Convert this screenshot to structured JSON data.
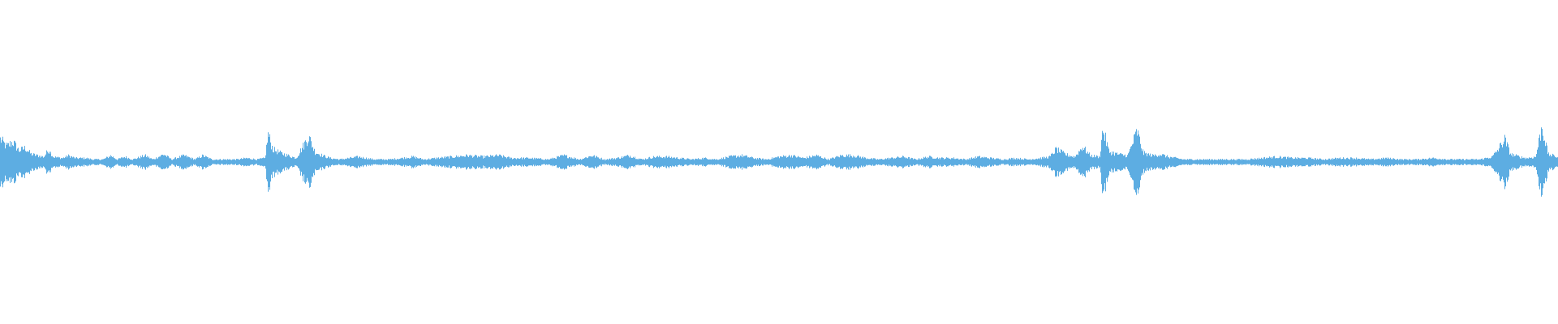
{
  "waveform": {
    "color": "#5dade2",
    "background": "#ffffff",
    "amplitude_profile": [
      [
        0.0,
        0.18
      ],
      [
        0.004,
        0.12
      ],
      [
        0.008,
        0.16
      ],
      [
        0.012,
        0.09
      ],
      [
        0.016,
        0.11
      ],
      [
        0.02,
        0.06
      ],
      [
        0.024,
        0.05
      ],
      [
        0.028,
        0.04
      ],
      [
        0.031,
        0.1
      ],
      [
        0.034,
        0.04
      ],
      [
        0.04,
        0.03
      ],
      [
        0.044,
        0.05
      ],
      [
        0.048,
        0.03
      ],
      [
        0.055,
        0.03
      ],
      [
        0.06,
        0.02
      ],
      [
        0.066,
        0.02
      ],
      [
        0.071,
        0.05
      ],
      [
        0.075,
        0.02
      ],
      [
        0.08,
        0.04
      ],
      [
        0.085,
        0.02
      ],
      [
        0.093,
        0.05
      ],
      [
        0.098,
        0.02
      ],
      [
        0.105,
        0.06
      ],
      [
        0.11,
        0.02
      ],
      [
        0.118,
        0.05
      ],
      [
        0.125,
        0.02
      ],
      [
        0.13,
        0.05
      ],
      [
        0.136,
        0.02
      ],
      [
        0.14,
        0.02
      ],
      [
        0.147,
        0.02
      ],
      [
        0.152,
        0.02
      ],
      [
        0.158,
        0.03
      ],
      [
        0.165,
        0.02
      ],
      [
        0.17,
        0.03
      ],
      [
        0.172,
        0.22
      ],
      [
        0.175,
        0.1
      ],
      [
        0.18,
        0.07
      ],
      [
        0.185,
        0.05
      ],
      [
        0.19,
        0.03
      ],
      [
        0.198,
        0.2
      ],
      [
        0.202,
        0.08
      ],
      [
        0.207,
        0.05
      ],
      [
        0.212,
        0.03
      ],
      [
        0.218,
        0.02
      ],
      [
        0.23,
        0.04
      ],
      [
        0.24,
        0.02
      ],
      [
        0.25,
        0.02
      ],
      [
        0.258,
        0.03
      ],
      [
        0.265,
        0.04
      ],
      [
        0.272,
        0.02
      ],
      [
        0.28,
        0.03
      ],
      [
        0.29,
        0.04
      ],
      [
        0.3,
        0.05
      ],
      [
        0.31,
        0.04
      ],
      [
        0.32,
        0.05
      ],
      [
        0.328,
        0.03
      ],
      [
        0.34,
        0.03
      ],
      [
        0.352,
        0.02
      ],
      [
        0.362,
        0.05
      ],
      [
        0.372,
        0.02
      ],
      [
        0.38,
        0.05
      ],
      [
        0.388,
        0.02
      ],
      [
        0.396,
        0.03
      ],
      [
        0.404,
        0.05
      ],
      [
        0.412,
        0.02
      ],
      [
        0.42,
        0.04
      ],
      [
        0.428,
        0.04
      ],
      [
        0.436,
        0.03
      ],
      [
        0.444,
        0.02
      ],
      [
        0.452,
        0.03
      ],
      [
        0.46,
        0.02
      ],
      [
        0.468,
        0.04
      ],
      [
        0.476,
        0.05
      ],
      [
        0.484,
        0.03
      ],
      [
        0.492,
        0.02
      ],
      [
        0.5,
        0.04
      ],
      [
        0.508,
        0.05
      ],
      [
        0.516,
        0.03
      ],
      [
        0.524,
        0.05
      ],
      [
        0.532,
        0.02
      ],
      [
        0.54,
        0.05
      ],
      [
        0.548,
        0.05
      ],
      [
        0.556,
        0.03
      ],
      [
        0.564,
        0.02
      ],
      [
        0.572,
        0.03
      ],
      [
        0.58,
        0.04
      ],
      [
        0.588,
        0.02
      ],
      [
        0.596,
        0.04
      ],
      [
        0.604,
        0.03
      ],
      [
        0.612,
        0.03
      ],
      [
        0.62,
        0.02
      ],
      [
        0.628,
        0.04
      ],
      [
        0.636,
        0.03
      ],
      [
        0.644,
        0.02
      ],
      [
        0.652,
        0.03
      ],
      [
        0.66,
        0.02
      ],
      [
        0.668,
        0.03
      ],
      [
        0.674,
        0.04
      ],
      [
        0.678,
        0.1
      ],
      [
        0.684,
        0.06
      ],
      [
        0.69,
        0.04
      ],
      [
        0.695,
        0.12
      ],
      [
        0.7,
        0.05
      ],
      [
        0.706,
        0.04
      ],
      [
        0.708,
        0.26
      ],
      [
        0.712,
        0.08
      ],
      [
        0.718,
        0.06
      ],
      [
        0.724,
        0.05
      ],
      [
        0.73,
        0.24
      ],
      [
        0.734,
        0.07
      ],
      [
        0.74,
        0.05
      ],
      [
        0.745,
        0.06
      ],
      [
        0.75,
        0.04
      ],
      [
        0.755,
        0.03
      ],
      [
        0.76,
        0.02
      ],
      [
        0.77,
        0.02
      ],
      [
        0.78,
        0.02
      ],
      [
        0.79,
        0.02
      ],
      [
        0.8,
        0.02
      ],
      [
        0.81,
        0.03
      ],
      [
        0.82,
        0.04
      ],
      [
        0.83,
        0.03
      ],
      [
        0.84,
        0.03
      ],
      [
        0.85,
        0.02
      ],
      [
        0.86,
        0.03
      ],
      [
        0.87,
        0.03
      ],
      [
        0.88,
        0.02
      ],
      [
        0.89,
        0.03
      ],
      [
        0.9,
        0.02
      ],
      [
        0.91,
        0.02
      ],
      [
        0.92,
        0.03
      ],
      [
        0.93,
        0.02
      ],
      [
        0.94,
        0.02
      ],
      [
        0.95,
        0.02
      ],
      [
        0.958,
        0.04
      ],
      [
        0.962,
        0.1
      ],
      [
        0.966,
        0.18
      ],
      [
        0.97,
        0.06
      ],
      [
        0.976,
        0.04
      ],
      [
        0.98,
        0.03
      ],
      [
        0.986,
        0.04
      ],
      [
        0.99,
        0.28
      ],
      [
        0.994,
        0.06
      ],
      [
        1.0,
        0.04
      ]
    ]
  }
}
